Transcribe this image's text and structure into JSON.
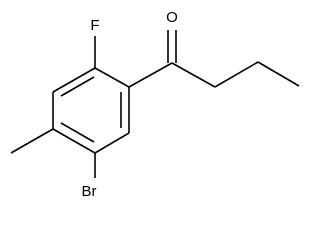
{
  "molecule": {
    "atom_labels": {
      "oxygen": "O",
      "fluorine": "F",
      "bromine": "Br"
    }
  }
}
